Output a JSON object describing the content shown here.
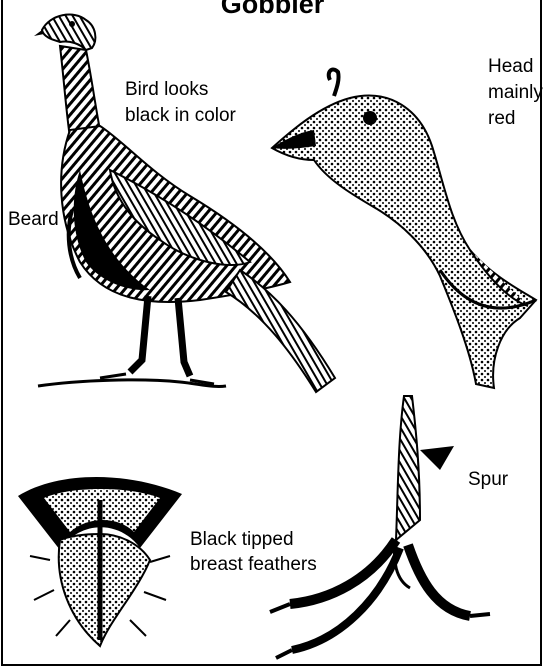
{
  "title": "Gobbler",
  "labels": {
    "bird_color": [
      "Bird looks",
      "black in color"
    ],
    "head": [
      "Head",
      "mainly",
      "red"
    ],
    "beard": "Beard",
    "spur": "Spur",
    "breast": [
      "Black tipped",
      "breast  feathers"
    ]
  },
  "colors": {
    "ink": "#000000",
    "paper": "#ffffff"
  }
}
